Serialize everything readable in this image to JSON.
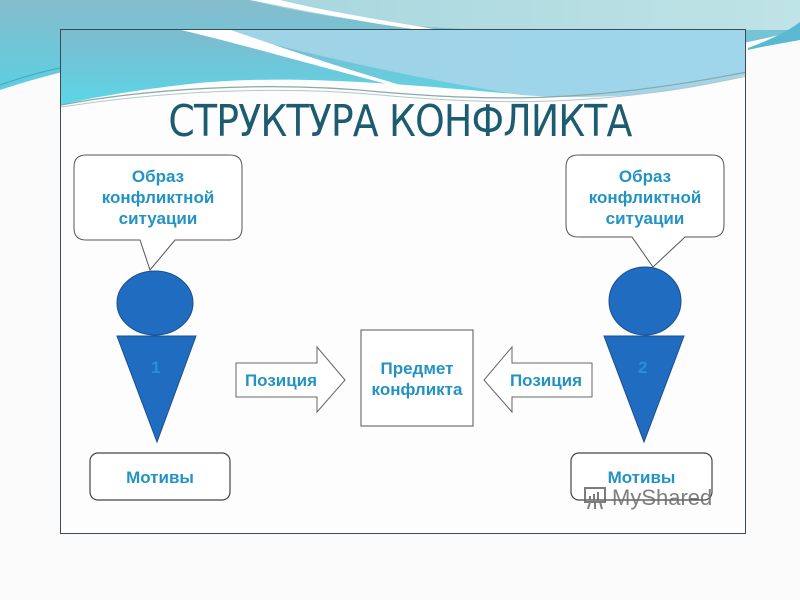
{
  "slide": {
    "title": "СТРУКТУРА КОНФЛИКТА",
    "colors": {
      "title": "#1d5b70",
      "label_text": "#2293c3",
      "figure_fill": "#1f6cc1",
      "figure_number": "#2a8fd6",
      "frame_border": "#3d4a55",
      "wave_dark": "#7fb8cc",
      "wave_light": "#a8dbe6",
      "wave_cyan": "#5fd3e3"
    }
  },
  "diagram": {
    "left_party": {
      "callout": [
        "Образ",
        "конфликтной",
        "ситуации"
      ],
      "number": "1",
      "position_label": "Позиция",
      "motives_label": "Мотивы"
    },
    "right_party": {
      "callout": [
        "Образ",
        "конфликтной",
        "ситуации"
      ],
      "number": "2",
      "position_label": "Позиция",
      "motives_label": "Мотивы"
    },
    "center": {
      "subject": [
        "Предмет",
        "конфликта"
      ]
    }
  },
  "watermark": {
    "icon": "presentation-board-icon",
    "text": "MyShared"
  }
}
